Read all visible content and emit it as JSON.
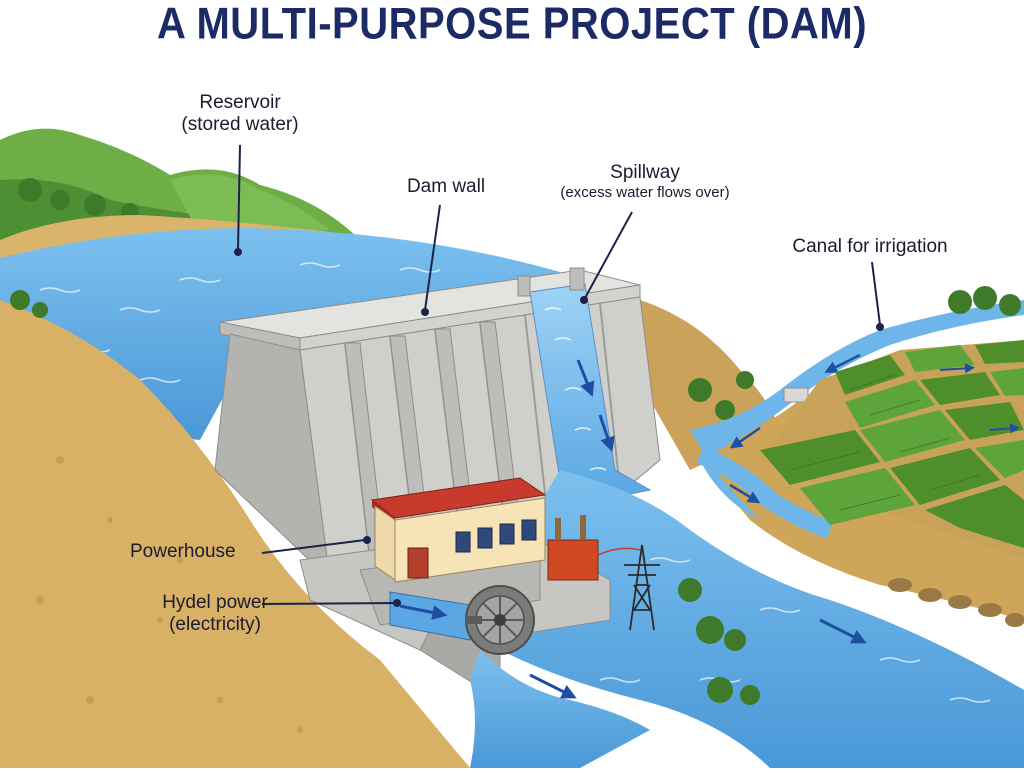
{
  "title": "A MULTI-PURPOSE PROJECT (DAM)",
  "labels": {
    "reservoir": {
      "line1": "Reservoir",
      "line2": "(stored water)"
    },
    "dam_wall": {
      "line1": "Dam wall"
    },
    "spillway": {
      "line1": "Spillway",
      "line2": "(excess water flows over)"
    },
    "canal": {
      "line1": "Canal for irrigation"
    },
    "powerhouse": {
      "line1": "Powerhouse"
    },
    "hydel": {
      "line1": "Hydel power",
      "line2": "(electricity)"
    }
  },
  "colors": {
    "title": "#1c2a66",
    "water": "#5aa7e3",
    "water_dark": "#3a86cf",
    "concrete": "#c9c9c7",
    "soil": "#d9b46a",
    "hill": "#5e9e3e",
    "roof": "#d0392b",
    "field": "#4e8f2c",
    "arrow": "#1f4fa3"
  }
}
